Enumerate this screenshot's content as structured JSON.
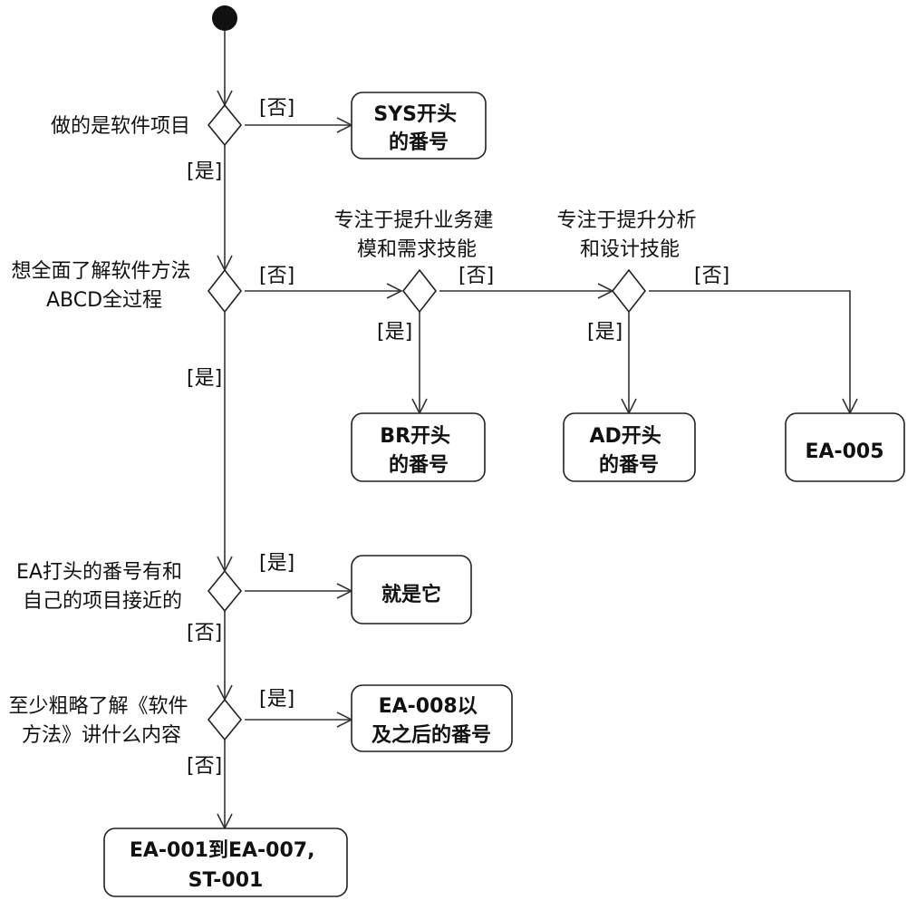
{
  "decisions": {
    "d1": {
      "label": [
        "做的是软件项目"
      ]
    },
    "d2": {
      "label": [
        "想全面了解软件方法",
        "ABCD全过程"
      ]
    },
    "d3": {
      "label": [
        "专注于提升业务建",
        "模和需求技能"
      ]
    },
    "d4": {
      "label": [
        "专注于提升分析",
        "和设计技能"
      ]
    },
    "d5": {
      "label": [
        "EA打头的番号有和",
        "自己的项目接近的"
      ]
    },
    "d6": {
      "label": [
        "至少粗略了解《软件",
        "方法》讲什么内容"
      ]
    }
  },
  "outcomes": {
    "sys": {
      "label": [
        "SYS开头",
        "的番号"
      ]
    },
    "br": {
      "label": [
        "BR开头",
        "的番号"
      ]
    },
    "ad": {
      "label": [
        "AD开头",
        "的番号"
      ]
    },
    "ea005": {
      "label": [
        "EA-005"
      ]
    },
    "itself": {
      "label": [
        "就是它"
      ]
    },
    "ea008": {
      "label": [
        "EA-008以",
        "及之后的番号"
      ]
    },
    "ea001": {
      "label": [
        "EA-001到EA-007,",
        "ST-001"
      ]
    }
  },
  "guards": {
    "d1_no": "[否]",
    "d1_yes": "[是]",
    "d2_no": "[否]",
    "d2_yes": "[是]",
    "d3_no": "[否]",
    "d3_yes": "[是]",
    "d4_no": "[否]",
    "d4_yes": "[是]",
    "d5_yes": "[是]",
    "d5_no": "[否]",
    "d6_yes": "[是]",
    "d6_no": "[否]"
  }
}
